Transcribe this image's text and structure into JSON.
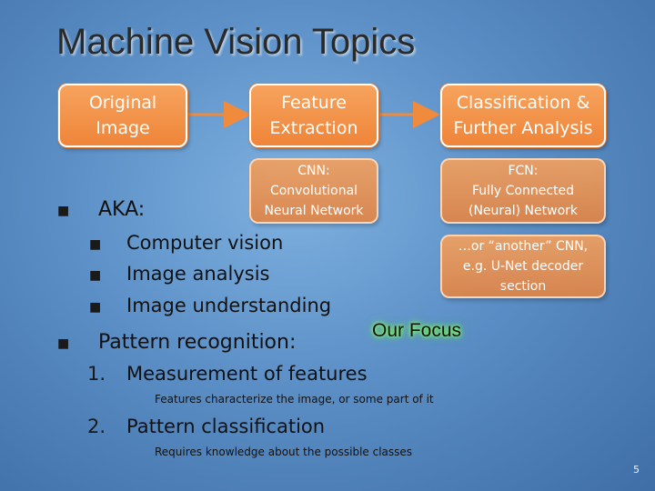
{
  "title": "Machine Vision Topics",
  "flow": {
    "box1": "Original\nImage",
    "box2": "Feature\nExtraction",
    "box3": "Classification &\nFurther Analysis"
  },
  "cnn_box": "CNN:\nConvolutional\nNeural Network",
  "fcn_box": "FCN:\nFully Connected\n(Neural) Network",
  "unet_box": "…or “another” CNN,\ne.g. U-Net decoder\nsection",
  "aka": {
    "label": "AKA:",
    "items": [
      "Computer vision",
      "Image analysis",
      "Image understanding"
    ]
  },
  "pattern": {
    "label": "Pattern recognition:",
    "steps": [
      {
        "num": "1.",
        "text": "Measurement of features",
        "note": "Features characterize the image, or some part of it"
      },
      {
        "num": "2.",
        "text": "Pattern classification",
        "note": "Requires knowledge about the possible classes"
      }
    ]
  },
  "focus_label": "Our Focus",
  "page_number": "5",
  "colors": {
    "box_orange": "#ef8539",
    "arrow": "#f08a3c",
    "focus_glow": "#7CFF5A"
  }
}
